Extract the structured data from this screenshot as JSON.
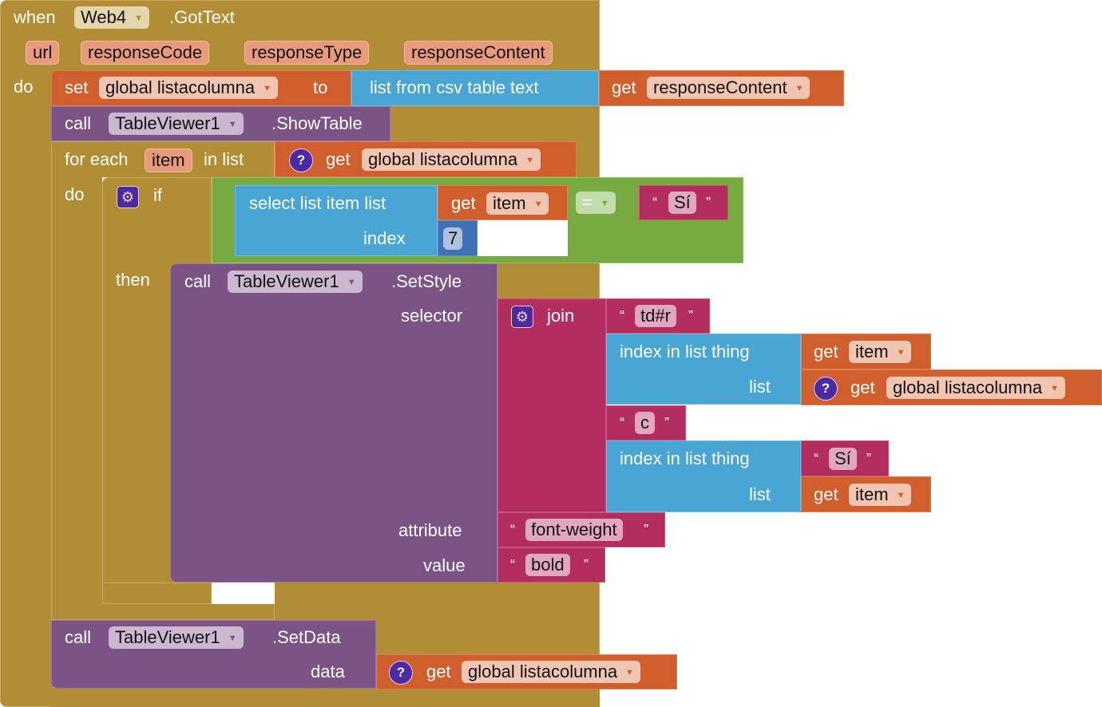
{
  "event": {
    "when_label": "when",
    "component": "Web4",
    "event_name": ".GotText",
    "params": [
      "url",
      "responseCode",
      "responseType",
      "responseContent"
    ],
    "do_label": "do"
  },
  "set_block": {
    "set_label": "set",
    "variable": "global listacolumna",
    "to_label": "to",
    "csv_label": "list from csv table  text",
    "get_label": "get",
    "get_var": "responseContent"
  },
  "show_table": {
    "call_label": "call",
    "component": "TableViewer1",
    "method": ".ShowTable"
  },
  "for_each": {
    "label_prefix": "for each",
    "var": "item",
    "label_in": "in list",
    "get_label": "get",
    "get_var": "global listacolumna",
    "do_label": "do",
    "help_glyph": "?"
  },
  "if_block": {
    "if_label": "if",
    "then_label": "then",
    "select_label": "select list item  list",
    "index_label": "index",
    "get_label": "get",
    "get_var": "item",
    "index_value": "7",
    "operator": "=",
    "compare_text": "Sí"
  },
  "set_style": {
    "call_label": "call",
    "component": "TableViewer1",
    "method": ".SetStyle",
    "selector_label": "selector",
    "attribute_label": "attribute",
    "value_label": "value",
    "join_label": "join",
    "join_items": {
      "text1": "td#r",
      "index1_label": "index in list  thing",
      "index1_list_label": "list",
      "index1_thing_get": "get",
      "index1_thing_var": "item",
      "index1_list_get": "get",
      "index1_list_var": "global listacolumna",
      "text2": "c",
      "index2_label": "index in list  thing",
      "index2_list_label": "list",
      "index2_thing_text": "Sí",
      "index2_list_get": "get",
      "index2_list_var": "item"
    },
    "attribute_text": "font-weight",
    "value_text": "bold"
  },
  "set_data": {
    "call_label": "call",
    "component": "TableViewer1",
    "method": ".SetData",
    "data_label": "data",
    "get_label": "get",
    "get_var": "global listacolumna"
  },
  "quotes": {
    "open": "“",
    "close": "”"
  },
  "icons": {
    "gear": "⚙",
    "dropdown": "▼"
  }
}
